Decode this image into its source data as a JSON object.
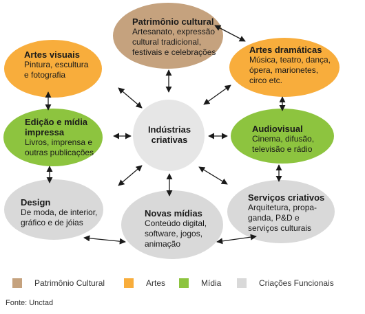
{
  "colors": {
    "patrimonio": "#c5a27e",
    "artes": "#f8ad3c",
    "midia": "#8dc43f",
    "criacoes": "#d9d9d9",
    "center": "#e6e6e6",
    "arrow": "#1a1a1a"
  },
  "center": {
    "title_line1": "Indústrias",
    "title_line2": "criativas"
  },
  "nodes": {
    "patrimonio": {
      "title": "Patrimônio cultural",
      "desc": [
        "Artesanato, expressão",
        "cultural tradicional,",
        "festivais e celebrações"
      ]
    },
    "artes_visuais": {
      "title": "Artes visuais",
      "desc": [
        "Pintura, escultura",
        "e fotografia"
      ]
    },
    "artes_dramaticas": {
      "title": "Artes dramáticas",
      "desc": [
        "Música, teatro, dança,",
        "ópera, marionetes,",
        "circo etc."
      ]
    },
    "edicao": {
      "title_line1": "Edição e mídia",
      "title_line2": "impressa",
      "desc": [
        "Livros, imprensa e",
        "outras publicações"
      ]
    },
    "audiovisual": {
      "title": "Audiovisual",
      "desc": [
        "Cinema, difusão,",
        "televisão e rádio"
      ]
    },
    "design": {
      "title": "Design",
      "desc": [
        "De moda, de interior,",
        "gráfico e de jóias"
      ]
    },
    "novas_midias": {
      "title": "Novas mídias",
      "desc": [
        "Conteúdo digital,",
        "software, jogos,",
        "animação"
      ]
    },
    "servicos": {
      "title": "Serviços criativos",
      "desc": [
        "Arquitetura, propa-",
        "ganda, P&D e",
        "serviços culturais"
      ]
    }
  },
  "legend": [
    {
      "label": "Patrimônio Cultural",
      "color": "#c5a27e"
    },
    {
      "label": "Artes",
      "color": "#f8ad3c"
    },
    {
      "label": "Mídia",
      "color": "#8dc43f"
    },
    {
      "label": "Criações Funcionais",
      "color": "#d9d9d9"
    }
  ],
  "source": "Fonte: Unctad"
}
